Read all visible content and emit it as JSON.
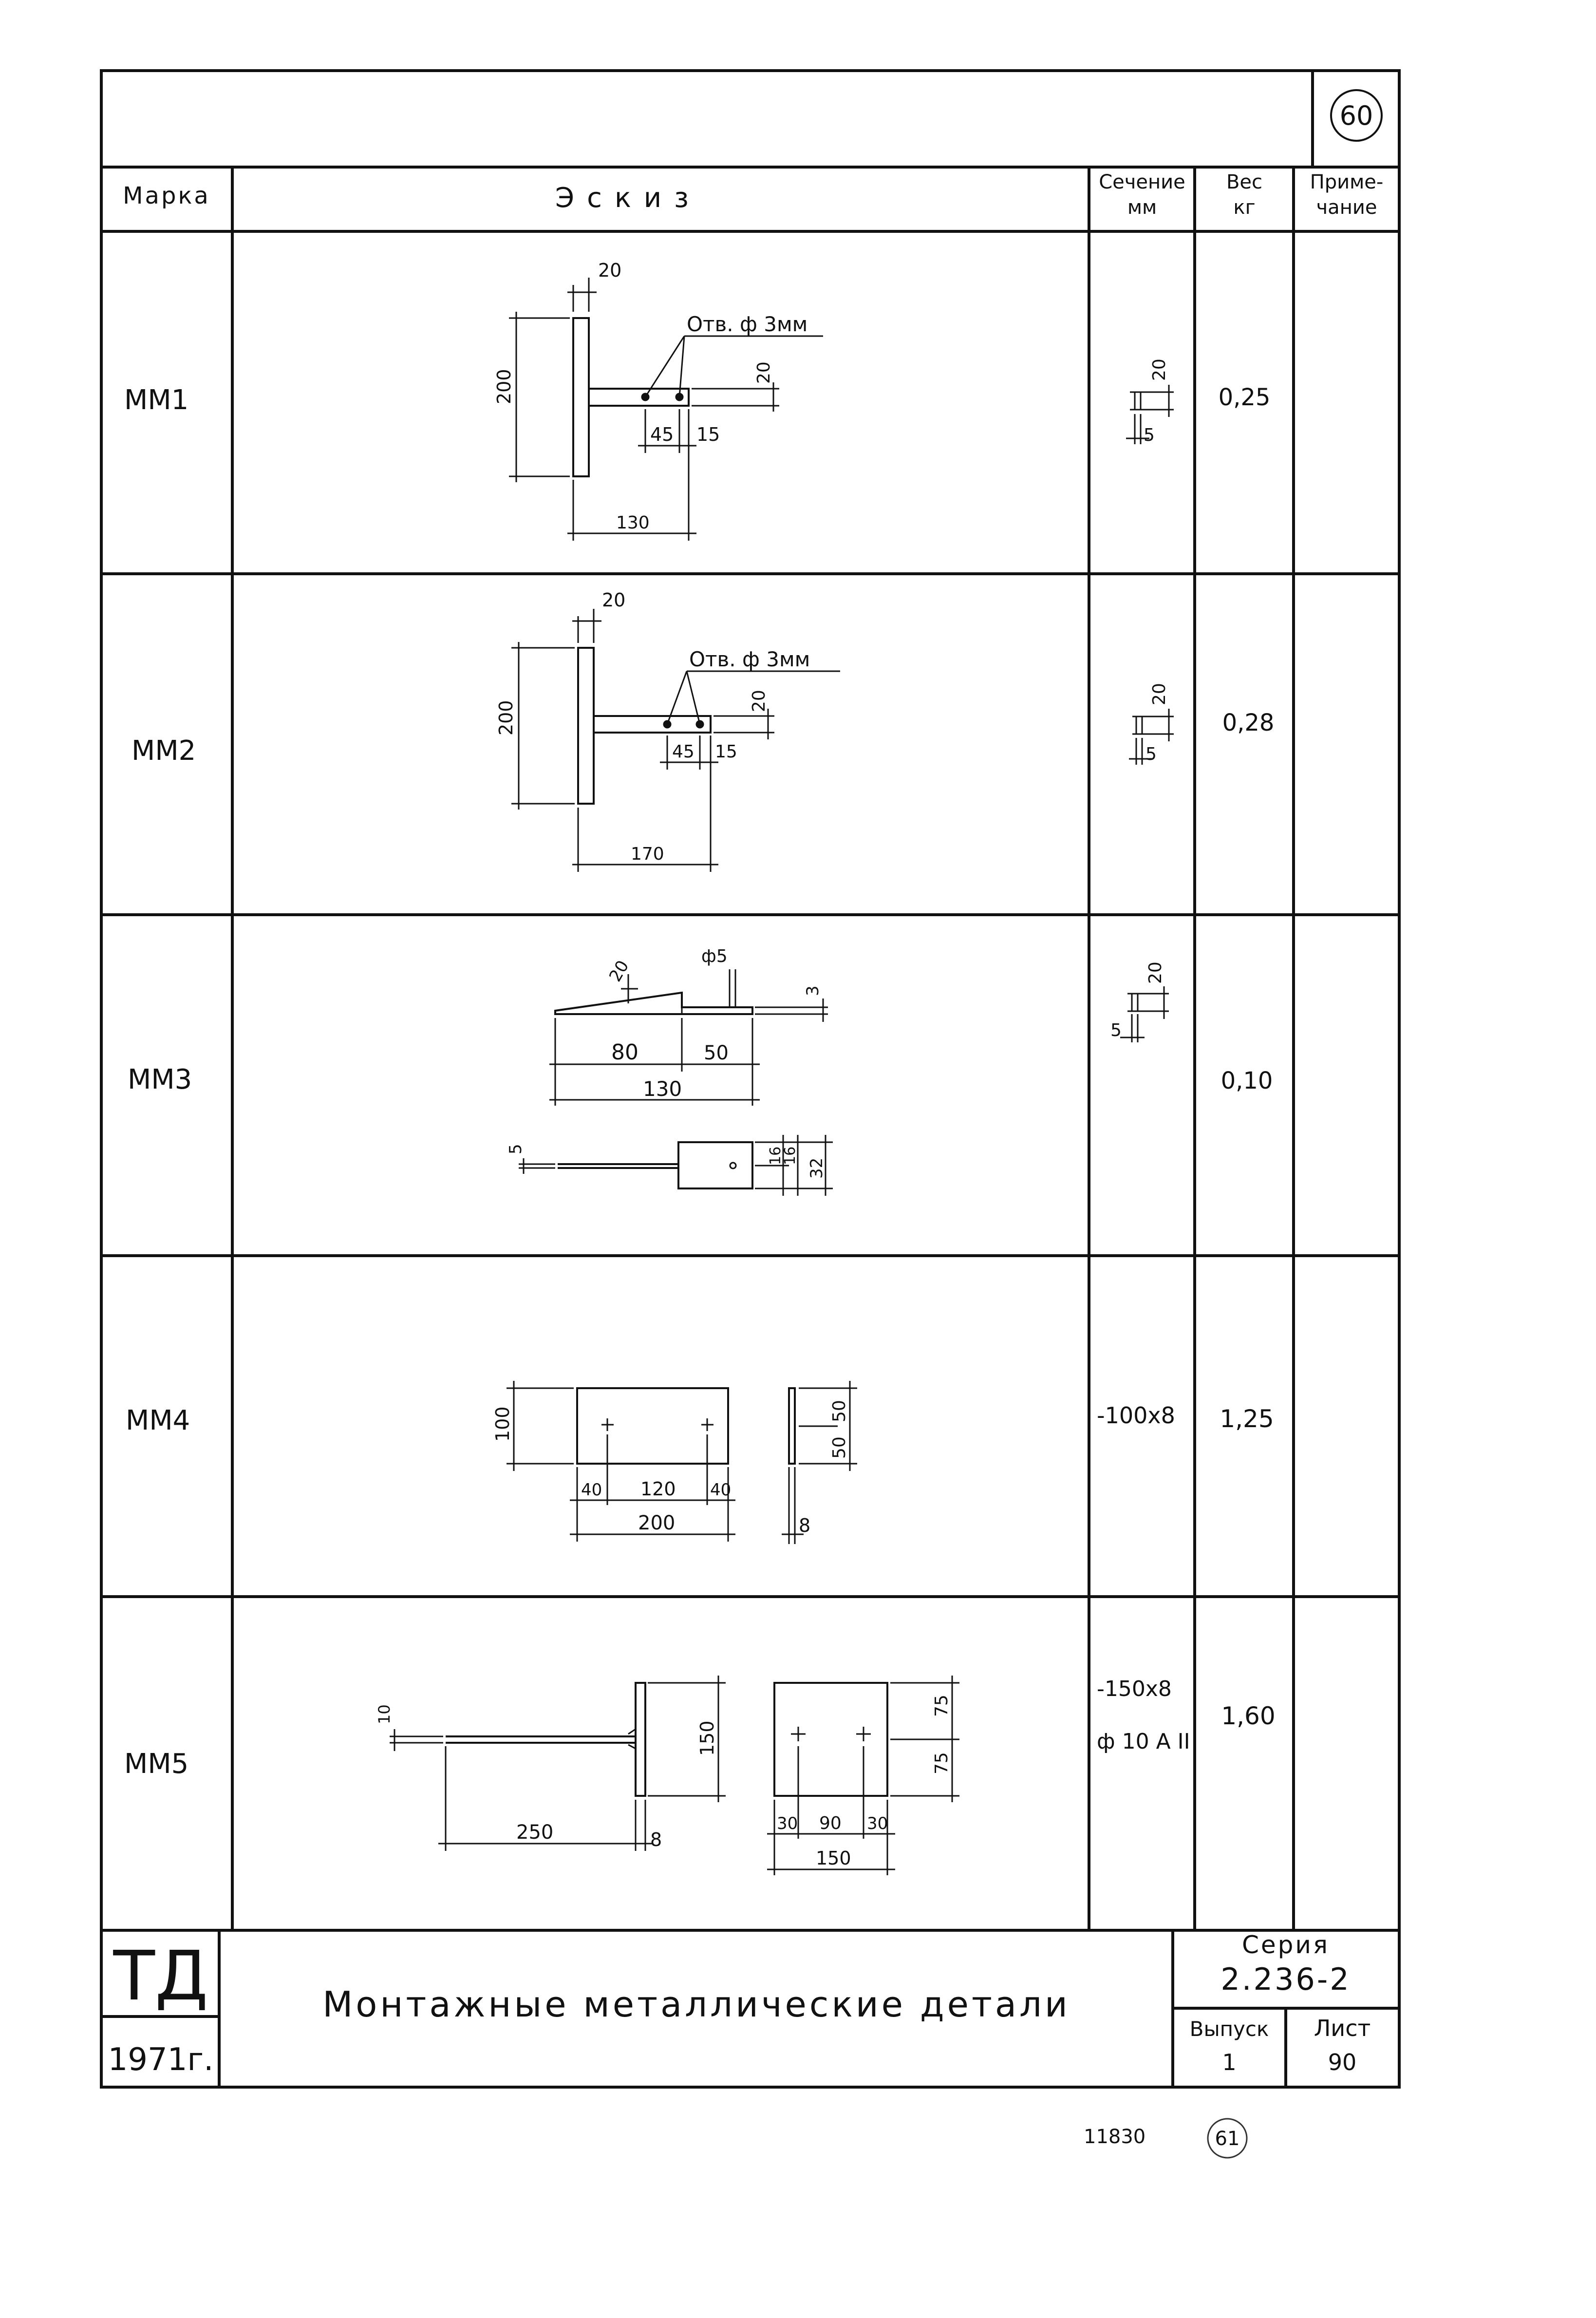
{
  "page_number_circle": "60",
  "header": {
    "marka": "Марка",
    "eskiz": "Эскиз",
    "sechenie": "Сечение мм",
    "ves": "Вес кг",
    "primechanie": "Приме- чание"
  },
  "rows": [
    {
      "mark": "ММ1",
      "weight": "0,25",
      "section_labels": [
        "20",
        "5"
      ],
      "sketch": {
        "hole_note": "Отв. ф 3мм",
        "dims": {
          "thick": "20",
          "height": "200",
          "tab_h": "20",
          "d45": "45",
          "d15": "15",
          "length": "130"
        }
      }
    },
    {
      "mark": "ММ2",
      "weight": "0,28",
      "section_labels": [
        "20",
        "5"
      ],
      "sketch": {
        "hole_note": "Отв. ф 3мм",
        "dims": {
          "thick": "20",
          "height": "200",
          "tab_h": "20",
          "d45": "45",
          "d15": "15",
          "length": "170"
        }
      }
    },
    {
      "mark": "ММ3",
      "weight": "0,10",
      "section_labels": [
        "20",
        "5"
      ],
      "sketch": {
        "dims": {
          "d20": "20",
          "phi5": "ф5",
          "d3": "3",
          "d80": "80",
          "d50": "50",
          "d130": "130",
          "d5": "5",
          "d16a": "16",
          "d16b": "16",
          "d32": "32"
        }
      }
    },
    {
      "mark": "ММ4",
      "weight": "1,25",
      "section_text": "-100x8",
      "sketch": {
        "dims": {
          "height": "100",
          "d40a": "40",
          "d120": "120",
          "d40b": "40",
          "d200": "200",
          "d50a": "50",
          "d50b": "50",
          "d8": "8"
        }
      }
    },
    {
      "mark": "ММ5",
      "weight": "1,60",
      "section_text_1": "-150x8",
      "section_text_2": "ф 10 А II",
      "sketch": {
        "dims": {
          "d10": "10",
          "d150v": "150",
          "d250": "250",
          "d8": "8",
          "d75a": "75",
          "d75b": "75",
          "d30a": "30",
          "d90": "90",
          "d30b": "30",
          "d150": "150"
        }
      }
    }
  ],
  "title_block": {
    "logo": "ТД",
    "year": "1971г.",
    "title": "Монтажные металлические детали",
    "seria_label": "Серия",
    "seria_value": "2.236-2",
    "vypusk_label": "Выпуск",
    "vypusk_value": "1",
    "list_label": "Лист",
    "list_value": "90"
  },
  "footer": {
    "number": "11830",
    "circle": "61"
  }
}
